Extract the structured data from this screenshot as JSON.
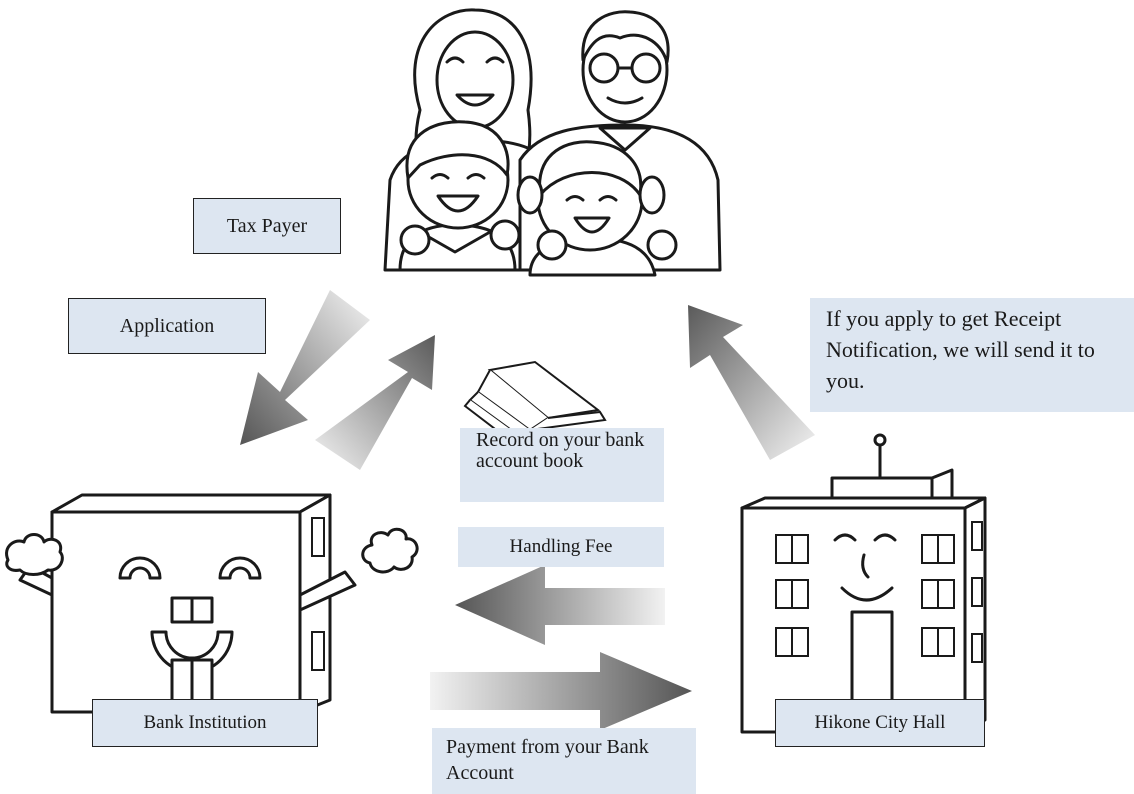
{
  "labels": {
    "tax_payer": "Tax Payer",
    "application": "Application",
    "receipt_notice": "If you apply to get Receipt Notification, we will send it to you.",
    "record": "Record on your bank account book",
    "handling_fee": "Handling Fee",
    "bank_institution": "Bank Institution",
    "city_hall": "Hikone City Hall",
    "payment": "Payment from your Bank Account"
  },
  "colors": {
    "label_bg": "#dde6f1",
    "arrow_dark": "#5a5a5a",
    "arrow_light": "#f2f2f2"
  },
  "icons": [
    "family-illustration",
    "bank-building-icon",
    "city-hall-building-icon",
    "bankbook-icon"
  ]
}
